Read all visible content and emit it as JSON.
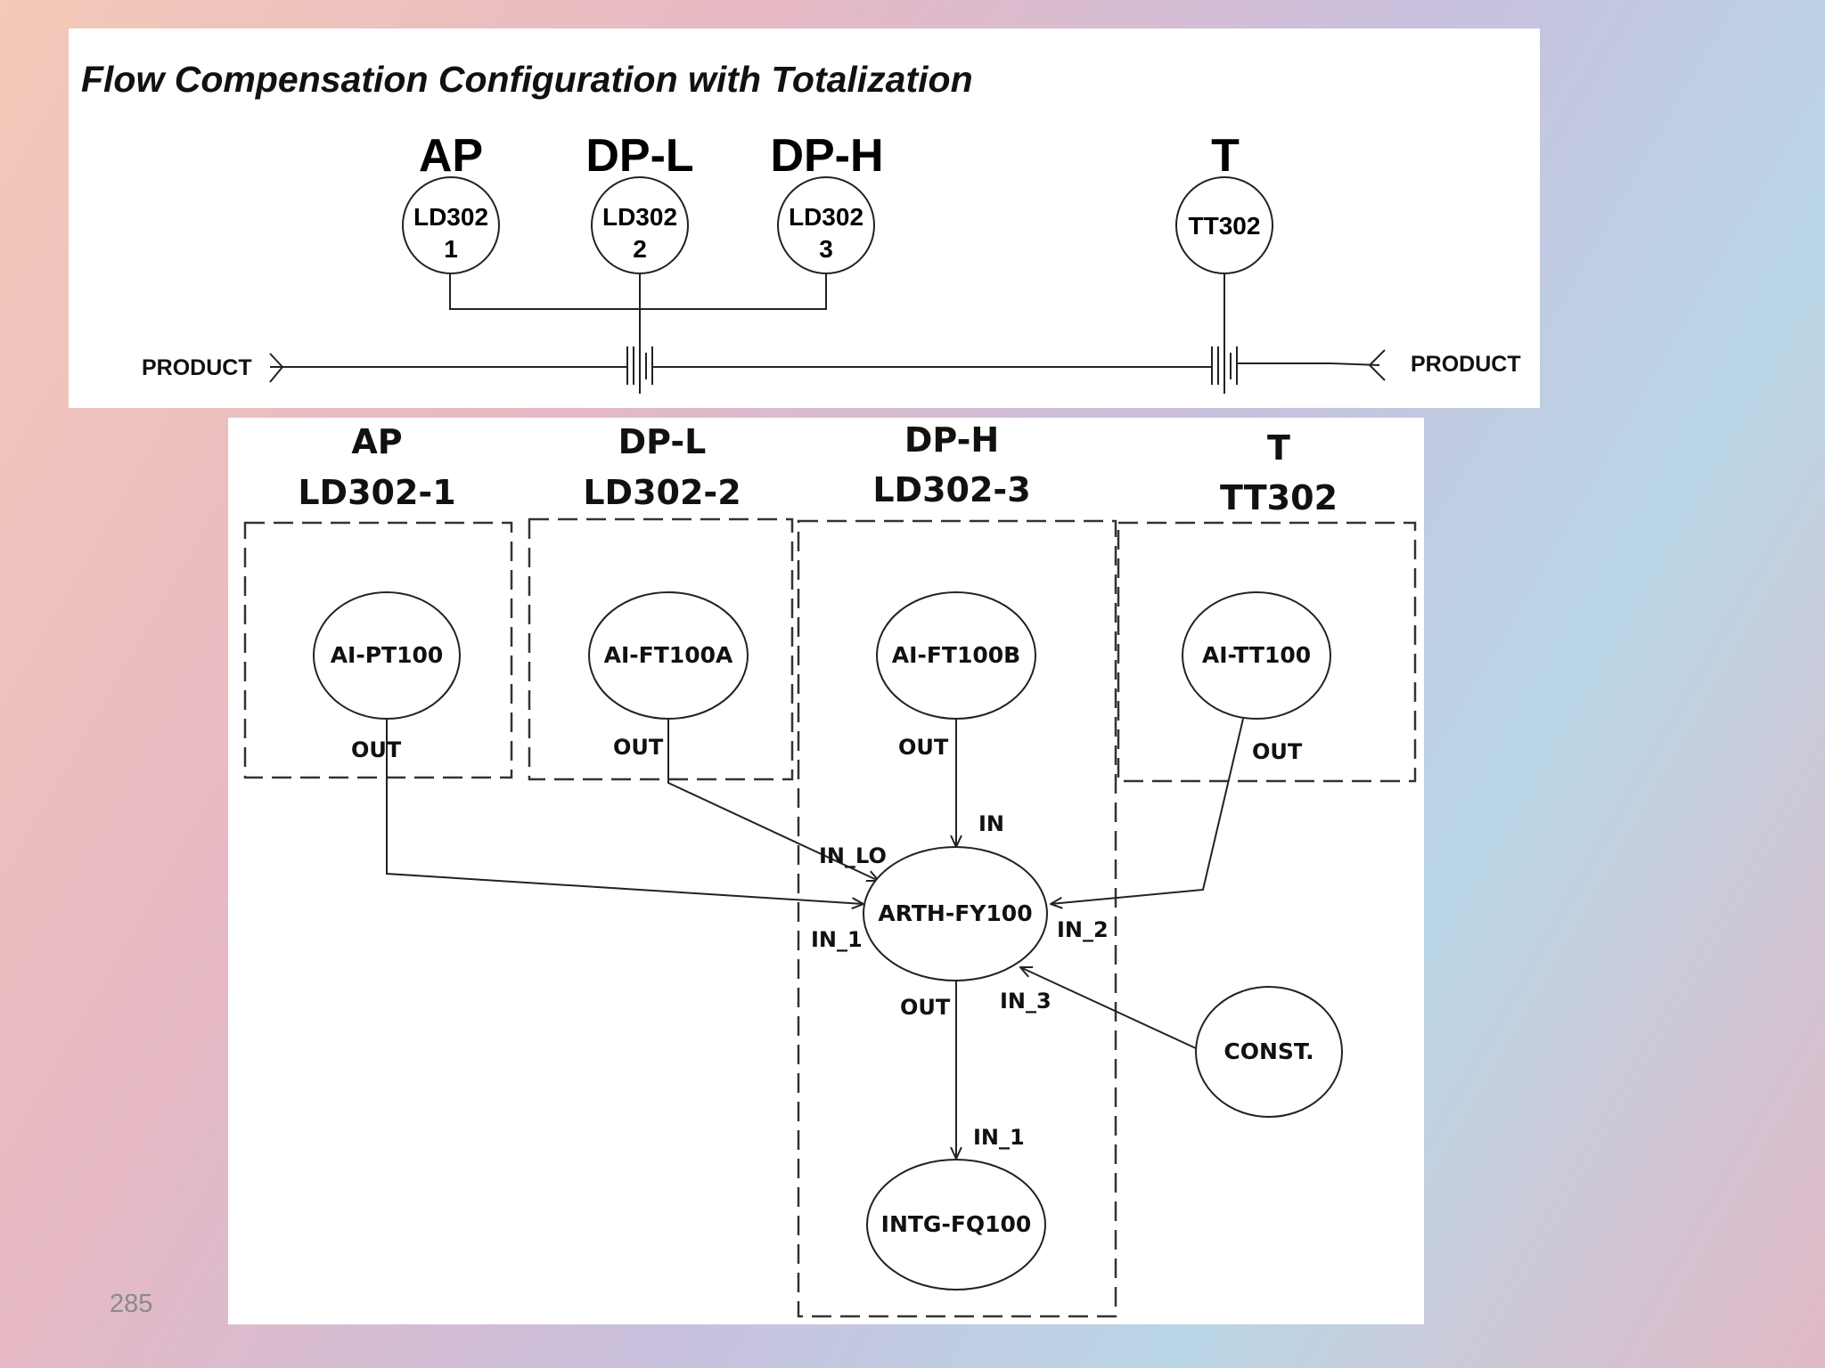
{
  "top": {
    "title": "Flow Compensation Configuration with Totalization",
    "labels": {
      "ap": "AP",
      "dpl": "DP-L",
      "dph": "DP-H",
      "t": "T"
    },
    "instruments": [
      {
        "line1": "LD302",
        "line2": "1"
      },
      {
        "line1": "LD302",
        "line2": "2"
      },
      {
        "line1": "LD302",
        "line2": "3"
      },
      {
        "line1": "TT302"
      }
    ],
    "product_left": "PRODUCT",
    "product_right": "PRODUCT"
  },
  "bottom": {
    "headers": [
      {
        "line1": "AP",
        "line2": "LD302-1"
      },
      {
        "line1": "DP-L",
        "line2": "LD302-2"
      },
      {
        "line1": "DP-H",
        "line2": "LD302-3"
      },
      {
        "line1": "T",
        "line2": "TT302"
      }
    ],
    "blocks": {
      "ai_pt100": "AI-PT100",
      "ai_ft100a": "AI-FT100A",
      "ai_ft100b": "AI-FT100B",
      "ai_tt100": "AI-TT100",
      "arth": "ARTH-FY100",
      "const": "CONST.",
      "intg": "INTG-FQ100"
    },
    "ports": {
      "out": "OUT",
      "in": "IN",
      "in_lo": "IN_LO",
      "in_1": "IN_1",
      "in_2": "IN_2",
      "in_3": "IN_3"
    }
  },
  "page_number": "285"
}
